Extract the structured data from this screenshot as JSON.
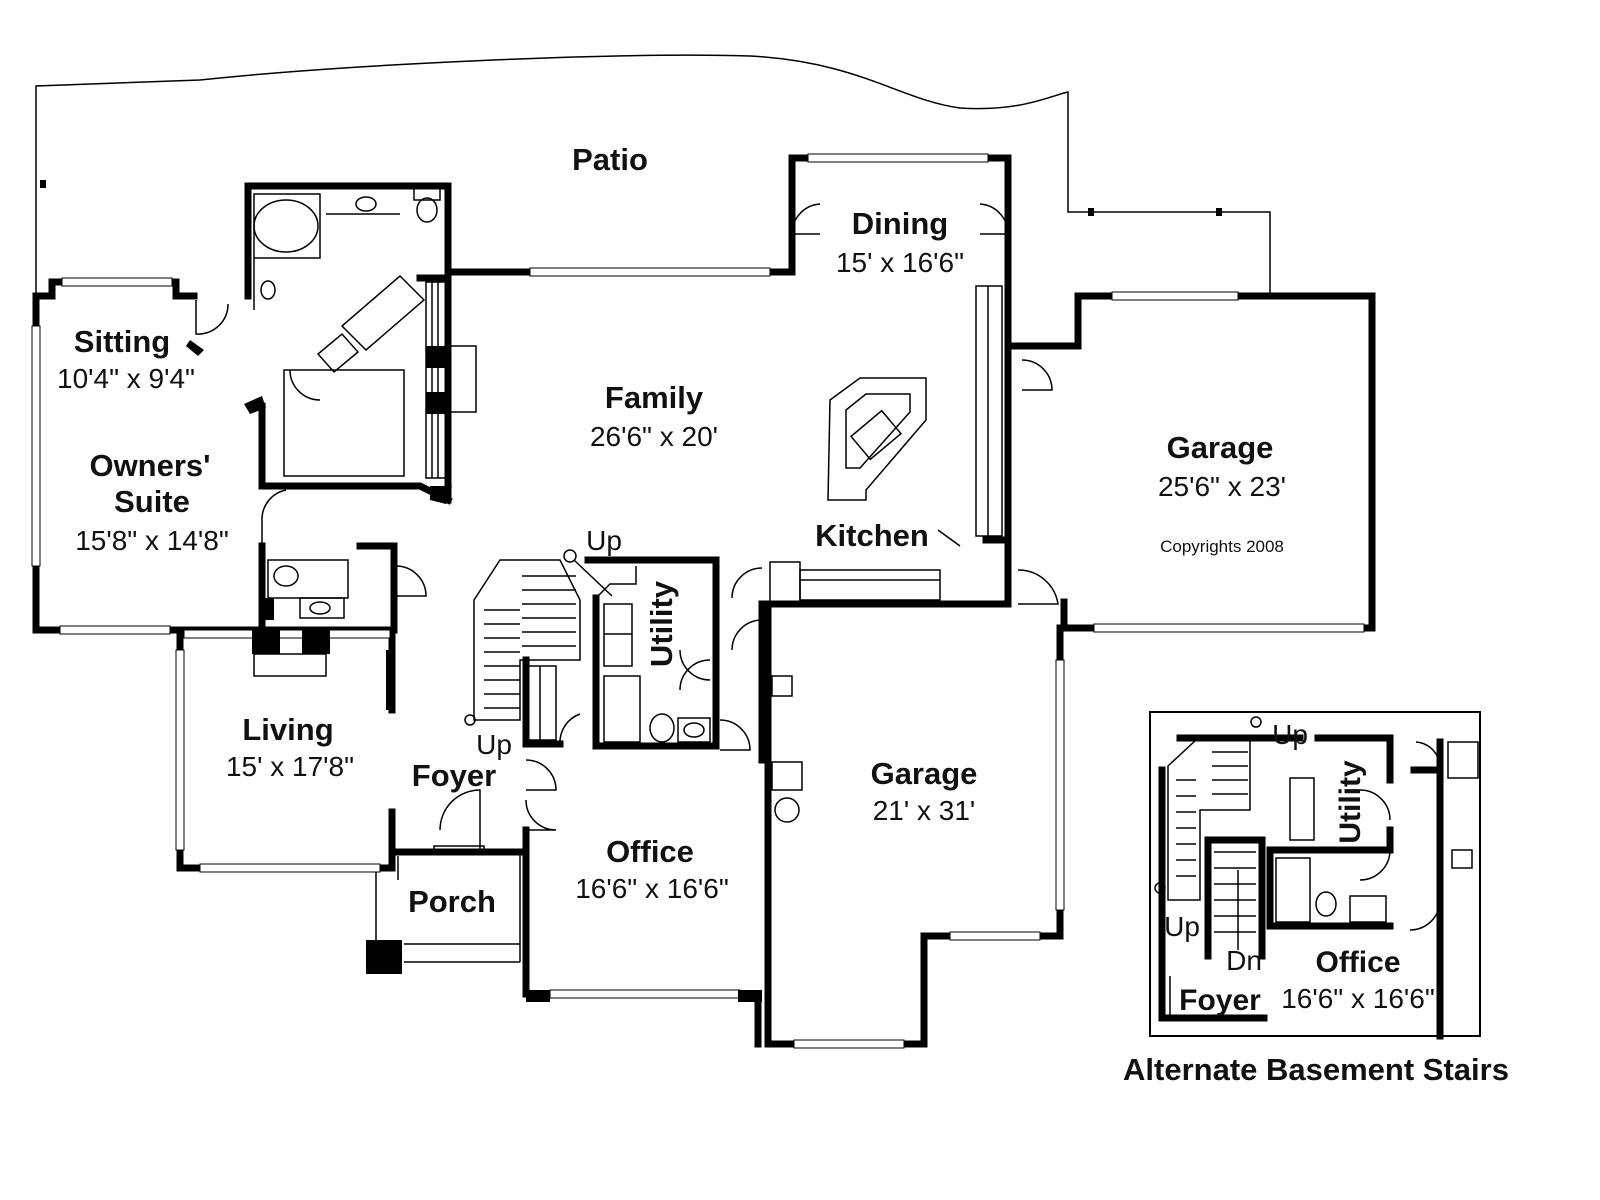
{
  "rooms": {
    "patio": {
      "name": "Patio"
    },
    "dining": {
      "name": "Dining",
      "dims": "15' x 16'6\""
    },
    "sitting": {
      "name": "Sitting",
      "dims": "10'4\" x 9'4\""
    },
    "family": {
      "name": "Family",
      "dims": "26'6\" x 20'"
    },
    "owners_suite": {
      "name_line1": "Owners'",
      "name_line2": "Suite",
      "dims": "15'8\" x 14'8\""
    },
    "garage_upper": {
      "name": "Garage",
      "dims": "25'6\" x 23'"
    },
    "kitchen": {
      "name": "Kitchen"
    },
    "utility": {
      "name": "Utility"
    },
    "living": {
      "name": "Living",
      "dims": "15' x 17'8\""
    },
    "foyer": {
      "name": "Foyer"
    },
    "garage_lower": {
      "name": "Garage",
      "dims": "21' x 31'"
    },
    "office": {
      "name": "Office",
      "dims": "16'6\" x 16'6\""
    },
    "porch": {
      "name": "Porch"
    }
  },
  "labels": {
    "up_1": "Up",
    "up_2": "Up",
    "copyright": "Copyrights 2008"
  },
  "inset": {
    "caption": "Alternate Basement Stairs",
    "up_top": "Up",
    "up_bottom": "Up",
    "dn": "Dn",
    "utility": "Utility",
    "office": "Office",
    "office_dims": "16'6\" x 16'6\"",
    "foyer": "Foyer"
  }
}
